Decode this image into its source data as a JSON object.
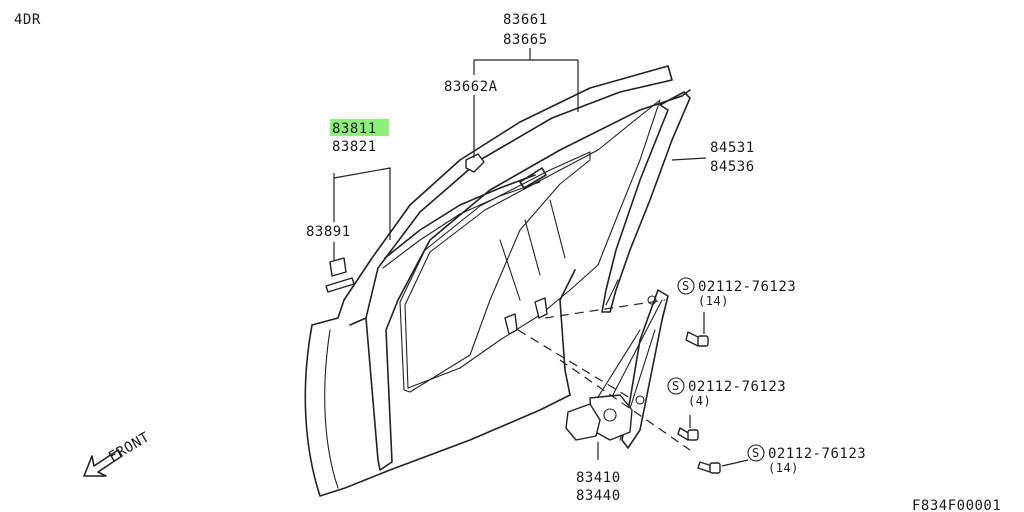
{
  "corner_label": "4DR",
  "diagram_code": "F834F00001",
  "front_label": "FRONT",
  "part_numbers": {
    "sash_a": "83661",
    "sash_b": "83665",
    "clip": "83662A",
    "moulding_a": "83811",
    "moulding_b": "83821",
    "retainer": "83891",
    "channel_a": "84531",
    "channel_b": "84536",
    "regulator_a": "83410",
    "regulator_b": "83440"
  },
  "highlighted_part": "83811",
  "highlight_color": "#8ef07a",
  "bolts": [
    {
      "symbol": "S",
      "number": "02112-76123",
      "qty": "(14)"
    },
    {
      "symbol": "S",
      "number": "02112-76123",
      "qty": "(4)"
    },
    {
      "symbol": "S",
      "number": "02112-76123",
      "qty": "(14)"
    }
  ]
}
